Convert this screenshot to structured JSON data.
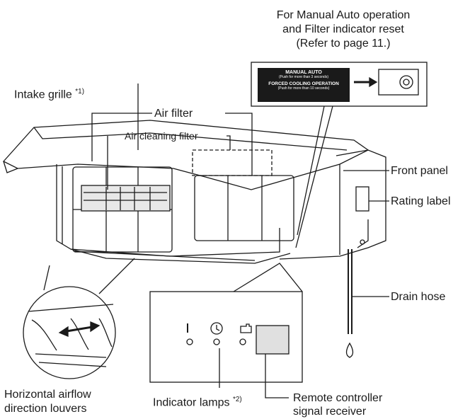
{
  "labels": {
    "manual_auto_note": [
      "For Manual Auto operation",
      "and Filter indicator reset",
      "(Refer to page 11.)"
    ],
    "intake_grille": "Intake grille",
    "intake_grille_note": "*1)",
    "air_filter": "Air filter",
    "air_cleaning_filter": "Air cleaning filter",
    "front_panel": "Front panel",
    "rating_label": "Rating label",
    "drain_hose": "Drain hose",
    "louvers": [
      "Horizontal airflow",
      "direction louvers"
    ],
    "indicator_lamps": "Indicator lamps",
    "indicator_lamps_note": "*2)",
    "remote_receiver": [
      "Remote controller",
      "signal receiver"
    ]
  },
  "control_button": {
    "manual_auto": "MANUAL AUTO",
    "manual_auto_hint": "(Push for more than 3 seconds)",
    "forced_cooling": "FORCED COOLING OPERATION",
    "forced_cooling_hint": "(Push for more than 10 seconds)"
  },
  "indicator_icons": [
    "power-icon",
    "timer-icon",
    "filter-icon"
  ]
}
